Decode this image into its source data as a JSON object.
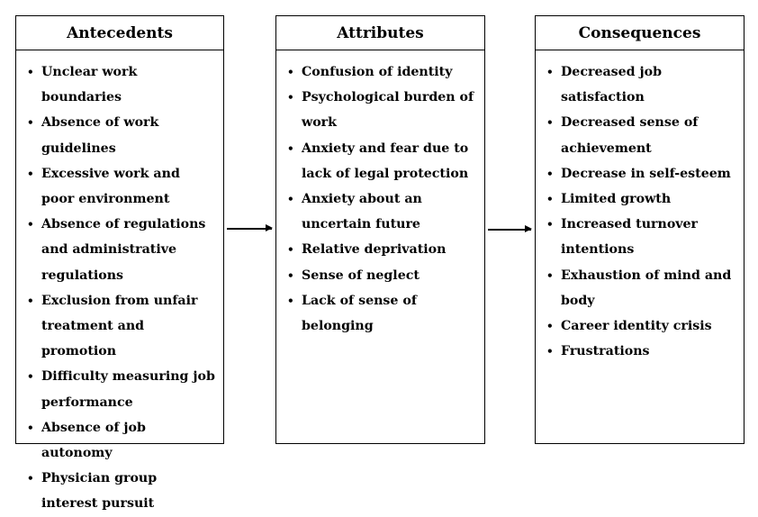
{
  "antecedents": {
    "title": "Antecedents",
    "items": [
      "Unclear work boundaries",
      "Absence of work guidelines",
      "Excessive work and poor environment",
      "Absence of regulations and administrative regulations",
      "Exclusion from unfair treatment and promotion",
      "Difficulty measuring job performance",
      "Absence of job autonomy",
      "Physician group interest pursuit"
    ]
  },
  "attributes": {
    "title": "Attributes",
    "items": [
      "Confusion of identity",
      "Psychological burden of work",
      "Anxiety and fear due to lack of legal protection",
      "Anxiety about an uncertain future",
      "Relative deprivation",
      "Sense of neglect",
      "Lack of sense of belonging"
    ]
  },
  "consequences": {
    "title": "Consequences",
    "items": [
      "Decreased job satisfaction",
      "Decreased sense of achievement",
      "Decrease in self-esteem",
      "Limited growth",
      "Increased turnover intentions",
      "Exhaustion of mind and body",
      "Career identity crisis",
      "Frustrations"
    ]
  }
}
